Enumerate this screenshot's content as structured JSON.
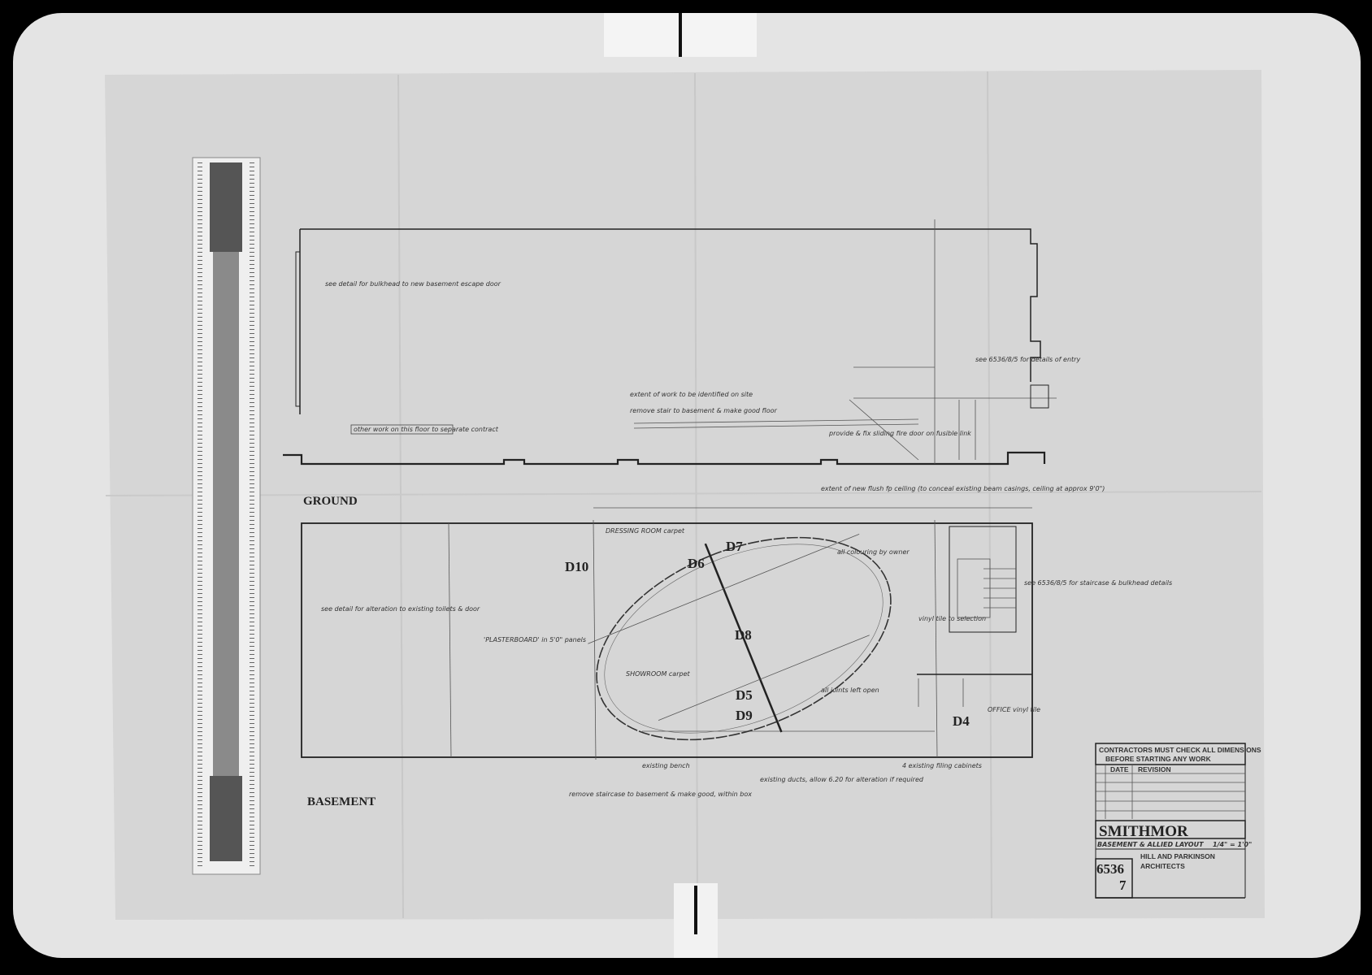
{
  "drawing": {
    "plans": {
      "ground_label": "GROUND",
      "basement_label": "BASEMENT"
    },
    "door_tags": [
      "D10",
      "D6",
      "D7",
      "D8",
      "D5",
      "D9",
      "D4"
    ],
    "ground_notes": [
      "see detail for bulkhead to new basement escape door",
      "other work on this floor to separate contract",
      "extent of work to be identified on site",
      "remove stair to basement & make good floor",
      "provide & fix sliding fire door on fusible link",
      "see 6536/8/5 for details of entry"
    ],
    "basement_notes": [
      "extent of new flush fp ceiling (to conceal existing beam casings, ceiling at approx 9'0\")",
      "see detail for alteration to existing toilets & door",
      "DRESSING ROOM carpet",
      "SHOWROOM carpet",
      "'PLASTERBOARD' in 5'0\" panels",
      "all colouring by owner",
      "see 6536/8/5 for staircase & bulkhead details",
      "vinyl tile to selection",
      "all joints left open",
      "existing bench",
      "OFFICE vinyl tile",
      "4 existing filing cabinets",
      "existing ducts, allow 6.20 for alteration if required",
      "remove staircase to basement & make good, within box"
    ],
    "title_block": {
      "warning_line1": "CONTRACTORS MUST CHECK ALL DIMENSIONS",
      "warning_line2": "BEFORE STARTING ANY WORK",
      "col_date": "DATE",
      "col_revision": "REVISION",
      "project": "SMITHMOR",
      "subtitle": "BASEMENT & ALLIED LAYOUT",
      "scale": "1/4\" = 1'0\"",
      "firm_line1": "HILL AND PARKINSON",
      "firm_line2": "ARCHITECTS",
      "job_number": "6536",
      "sheet_number": "7"
    }
  }
}
